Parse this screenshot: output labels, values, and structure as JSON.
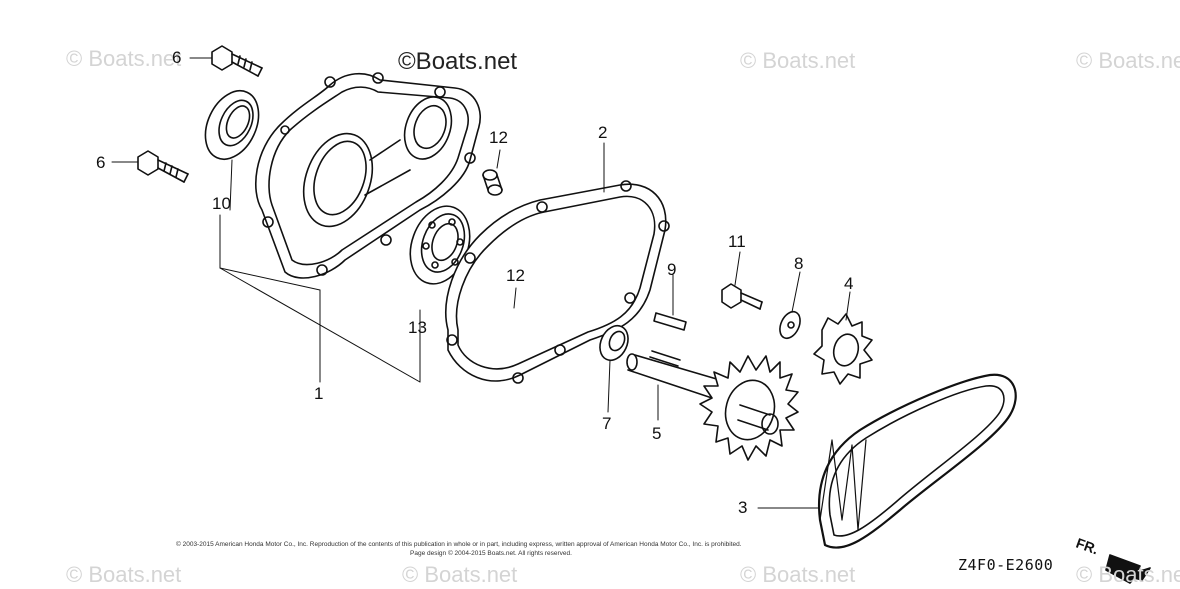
{
  "watermarks": {
    "top_center": "©Boats.net",
    "repeat": "© Boats.net"
  },
  "callouts": {
    "c1": "1",
    "c2": "2",
    "c3": "3",
    "c4": "4",
    "c5": "5",
    "c6a": "6",
    "c6b": "6",
    "c7": "7",
    "c8": "8",
    "c9": "9",
    "c10": "10",
    "c11": "11",
    "c12a": "12",
    "c12b": "12",
    "c13": "13"
  },
  "footer": {
    "copyright_line1": "© 2003-2015 American Honda Motor Co., Inc. Reproduction of the contents of this publication in whole or in part, including express, written approval of American Honda Motor Co., Inc. is prohibited.",
    "copyright_line2": "Page design © 2004-2015 Boats.net. All rights reserved.",
    "diagram_code": "Z4F0-E2600",
    "direction_label": "FR."
  }
}
